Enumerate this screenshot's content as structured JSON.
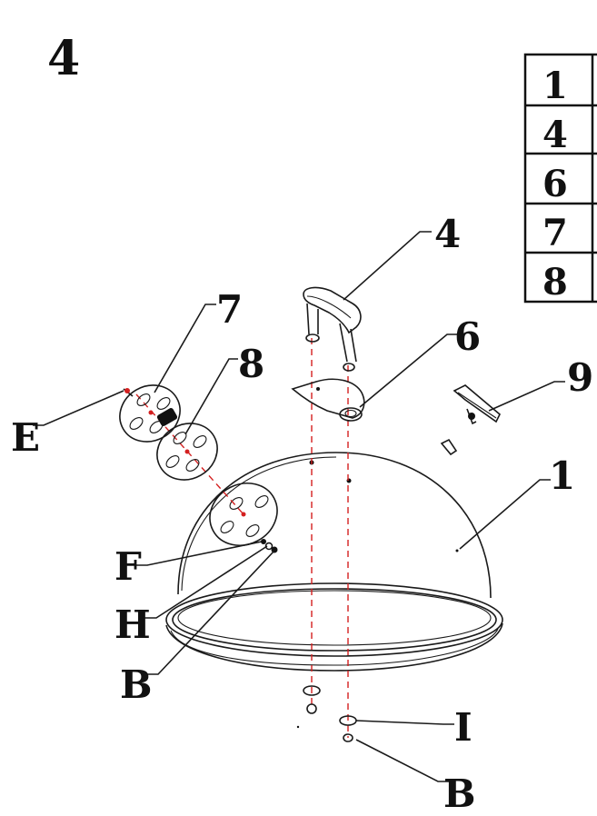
{
  "step_number": "4",
  "parts_table": {
    "rows": [
      "1",
      "4",
      "6",
      "7",
      "8"
    ]
  },
  "callouts": {
    "lid": "1",
    "handle": "4",
    "heat_shield": "6",
    "vent_outer": "7",
    "vent_inner": "8",
    "thermometer": "9",
    "screw_e": "E",
    "washer_f": "F",
    "washer_h": "H",
    "nut_b_side": "B",
    "washer_i": "I",
    "nut_b_bottom": "B"
  },
  "colors": {
    "ink": "#1a1a1a",
    "guide_line": "#d42020"
  }
}
